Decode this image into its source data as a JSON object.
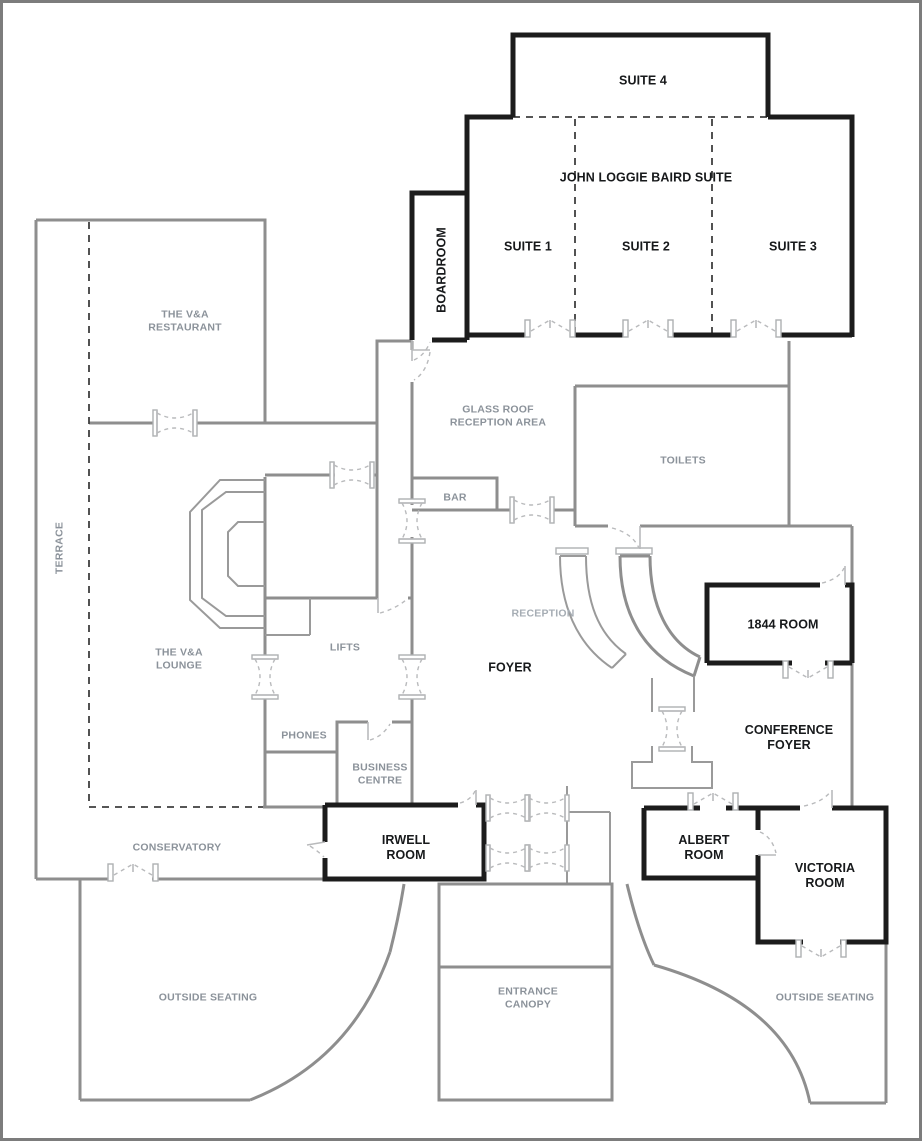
{
  "colors": {
    "background": "#ffffff",
    "outer_border": "#7c7c7c",
    "wall_black": "#1c1c1c",
    "wall_gray": "#8e8e8e",
    "door_symbol_gray": "#b9babc",
    "label_gray": "#8b929a",
    "label_light_gray": "#a6adb4",
    "label_black": "#17191b"
  },
  "labels": {
    "suite4": {
      "text": "SUITE 4",
      "category": "featured-room"
    },
    "jlb": {
      "text": "JOHN LOGGIE BAIRD SUITE",
      "category": "featured-room"
    },
    "suite1": {
      "text": "SUITE 1",
      "category": "featured-room"
    },
    "suite2": {
      "text": "SUITE 2",
      "category": "featured-room"
    },
    "suite3": {
      "text": "SUITE 3",
      "category": "featured-room"
    },
    "boardroom": {
      "text": "BOARDROOM",
      "category": "featured-room"
    },
    "restaurant": {
      "text": "THE V&A RESTAURANT",
      "category": "area"
    },
    "terrace": {
      "text": "TERRACE",
      "category": "area"
    },
    "glassroof": {
      "text": "GLASS ROOF RECEPTION AREA",
      "category": "area"
    },
    "toilets": {
      "text": "TOILETS",
      "category": "area"
    },
    "bar": {
      "text": "BAR",
      "category": "area"
    },
    "reception": {
      "text": "RECEPTION",
      "category": "area"
    },
    "room1844": {
      "text": "1844 ROOM",
      "category": "featured-room"
    },
    "lounge": {
      "text": "THE V&A LOUNGE",
      "category": "area"
    },
    "lifts": {
      "text": "LIFTS",
      "category": "area"
    },
    "foyer": {
      "text": "FOYER",
      "category": "circulation"
    },
    "confFoyer": {
      "text": "CONFERENCE FOYER",
      "category": "circulation"
    },
    "phones": {
      "text": "PHONES",
      "category": "area"
    },
    "business": {
      "text": "BUSINESS CENTRE",
      "category": "area"
    },
    "conservatory": {
      "text": "CONSERVATORY",
      "category": "area"
    },
    "irwell": {
      "text": "IRWELL ROOM",
      "category": "featured-room"
    },
    "albert": {
      "text": "ALBERT ROOM",
      "category": "featured-room"
    },
    "victoria": {
      "text": "VICTORIA ROOM",
      "category": "featured-room"
    },
    "outsideLeft": {
      "text": "OUTSIDE SEATING",
      "category": "outdoor"
    },
    "entrance": {
      "text": "ENTRANCE CANOPY",
      "category": "outdoor"
    },
    "outsideRight": {
      "text": "OUTSIDE SEATING",
      "category": "outdoor"
    }
  }
}
